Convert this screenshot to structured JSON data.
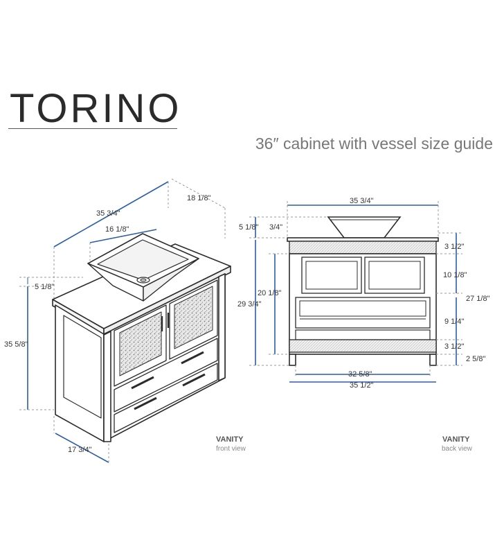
{
  "header": {
    "title": "TORINO",
    "subtitle": "36″ cabinet with vessel size guide"
  },
  "front_view": {
    "label": "VANITY",
    "sublabel": "front view",
    "dims": {
      "top_width": "35 3/4\"",
      "depth": "18 1/8\"",
      "vessel_width": "16 1/8\"",
      "vessel_height": "5 1/8\"",
      "total_height": "35 5/8\"",
      "side_depth": "17 3/4\""
    }
  },
  "back_view": {
    "label": "VANITY",
    "sublabel": "back view",
    "dims": {
      "top_width": "35 3/4\"",
      "vessel_height": "5 1/8\"",
      "top_thickness": "3/4\"",
      "cabinet_height": "20 1/8\"",
      "total_height": "29 3/4\"",
      "top_rail": "3 1/2\"",
      "door_height": "10 1/8\"",
      "drawer_height": "9 1/4\"",
      "bottom_rail": "3 1/2\"",
      "leg_height": "2 5/8\"",
      "body_height": "27 1/8\"",
      "inner_width": "32 5/8\"",
      "outer_width": "35 1/2\""
    }
  },
  "colors": {
    "dimension_line": "#2a5caa",
    "outline": "#2b2b2b",
    "guide": "#999999"
  }
}
